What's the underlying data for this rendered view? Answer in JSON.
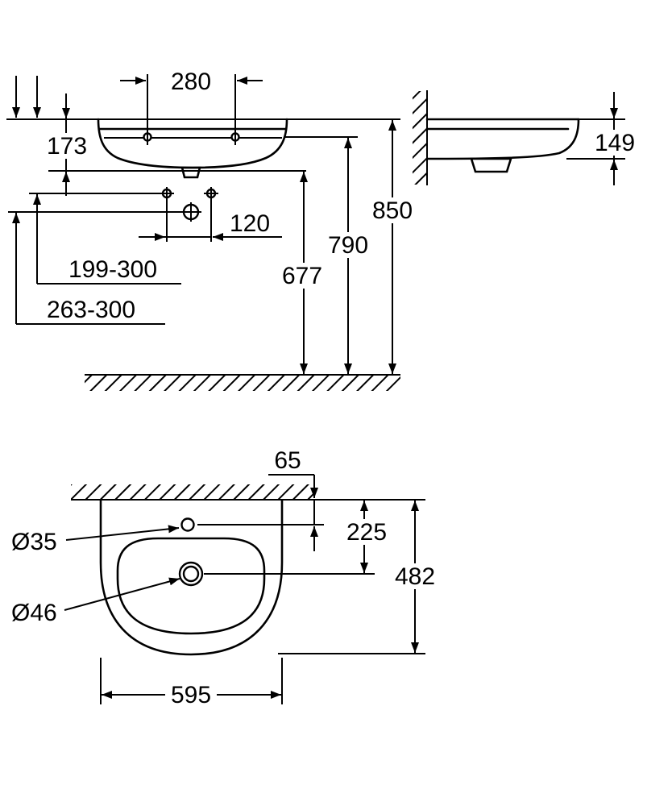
{
  "drawing": {
    "ink_color": "#000000",
    "background_color": "#ffffff",
    "front_view": {
      "tap_centers": "280",
      "rim_to_fixing": "173",
      "fixing_hole_spacing": "120",
      "supply_range": "199-300",
      "waste_range": "263-300",
      "waste_height": "677",
      "fixing_height": "790",
      "rim_height": "850"
    },
    "side_view": {
      "front_depth": "149"
    },
    "plan_view": {
      "wall_to_tap_hole": "65",
      "wall_to_bowl_center": "225",
      "overall_depth": "482",
      "overall_width": "595",
      "tap_hole_diameter": "Ø35",
      "waste_hole_diameter": "Ø46"
    }
  }
}
